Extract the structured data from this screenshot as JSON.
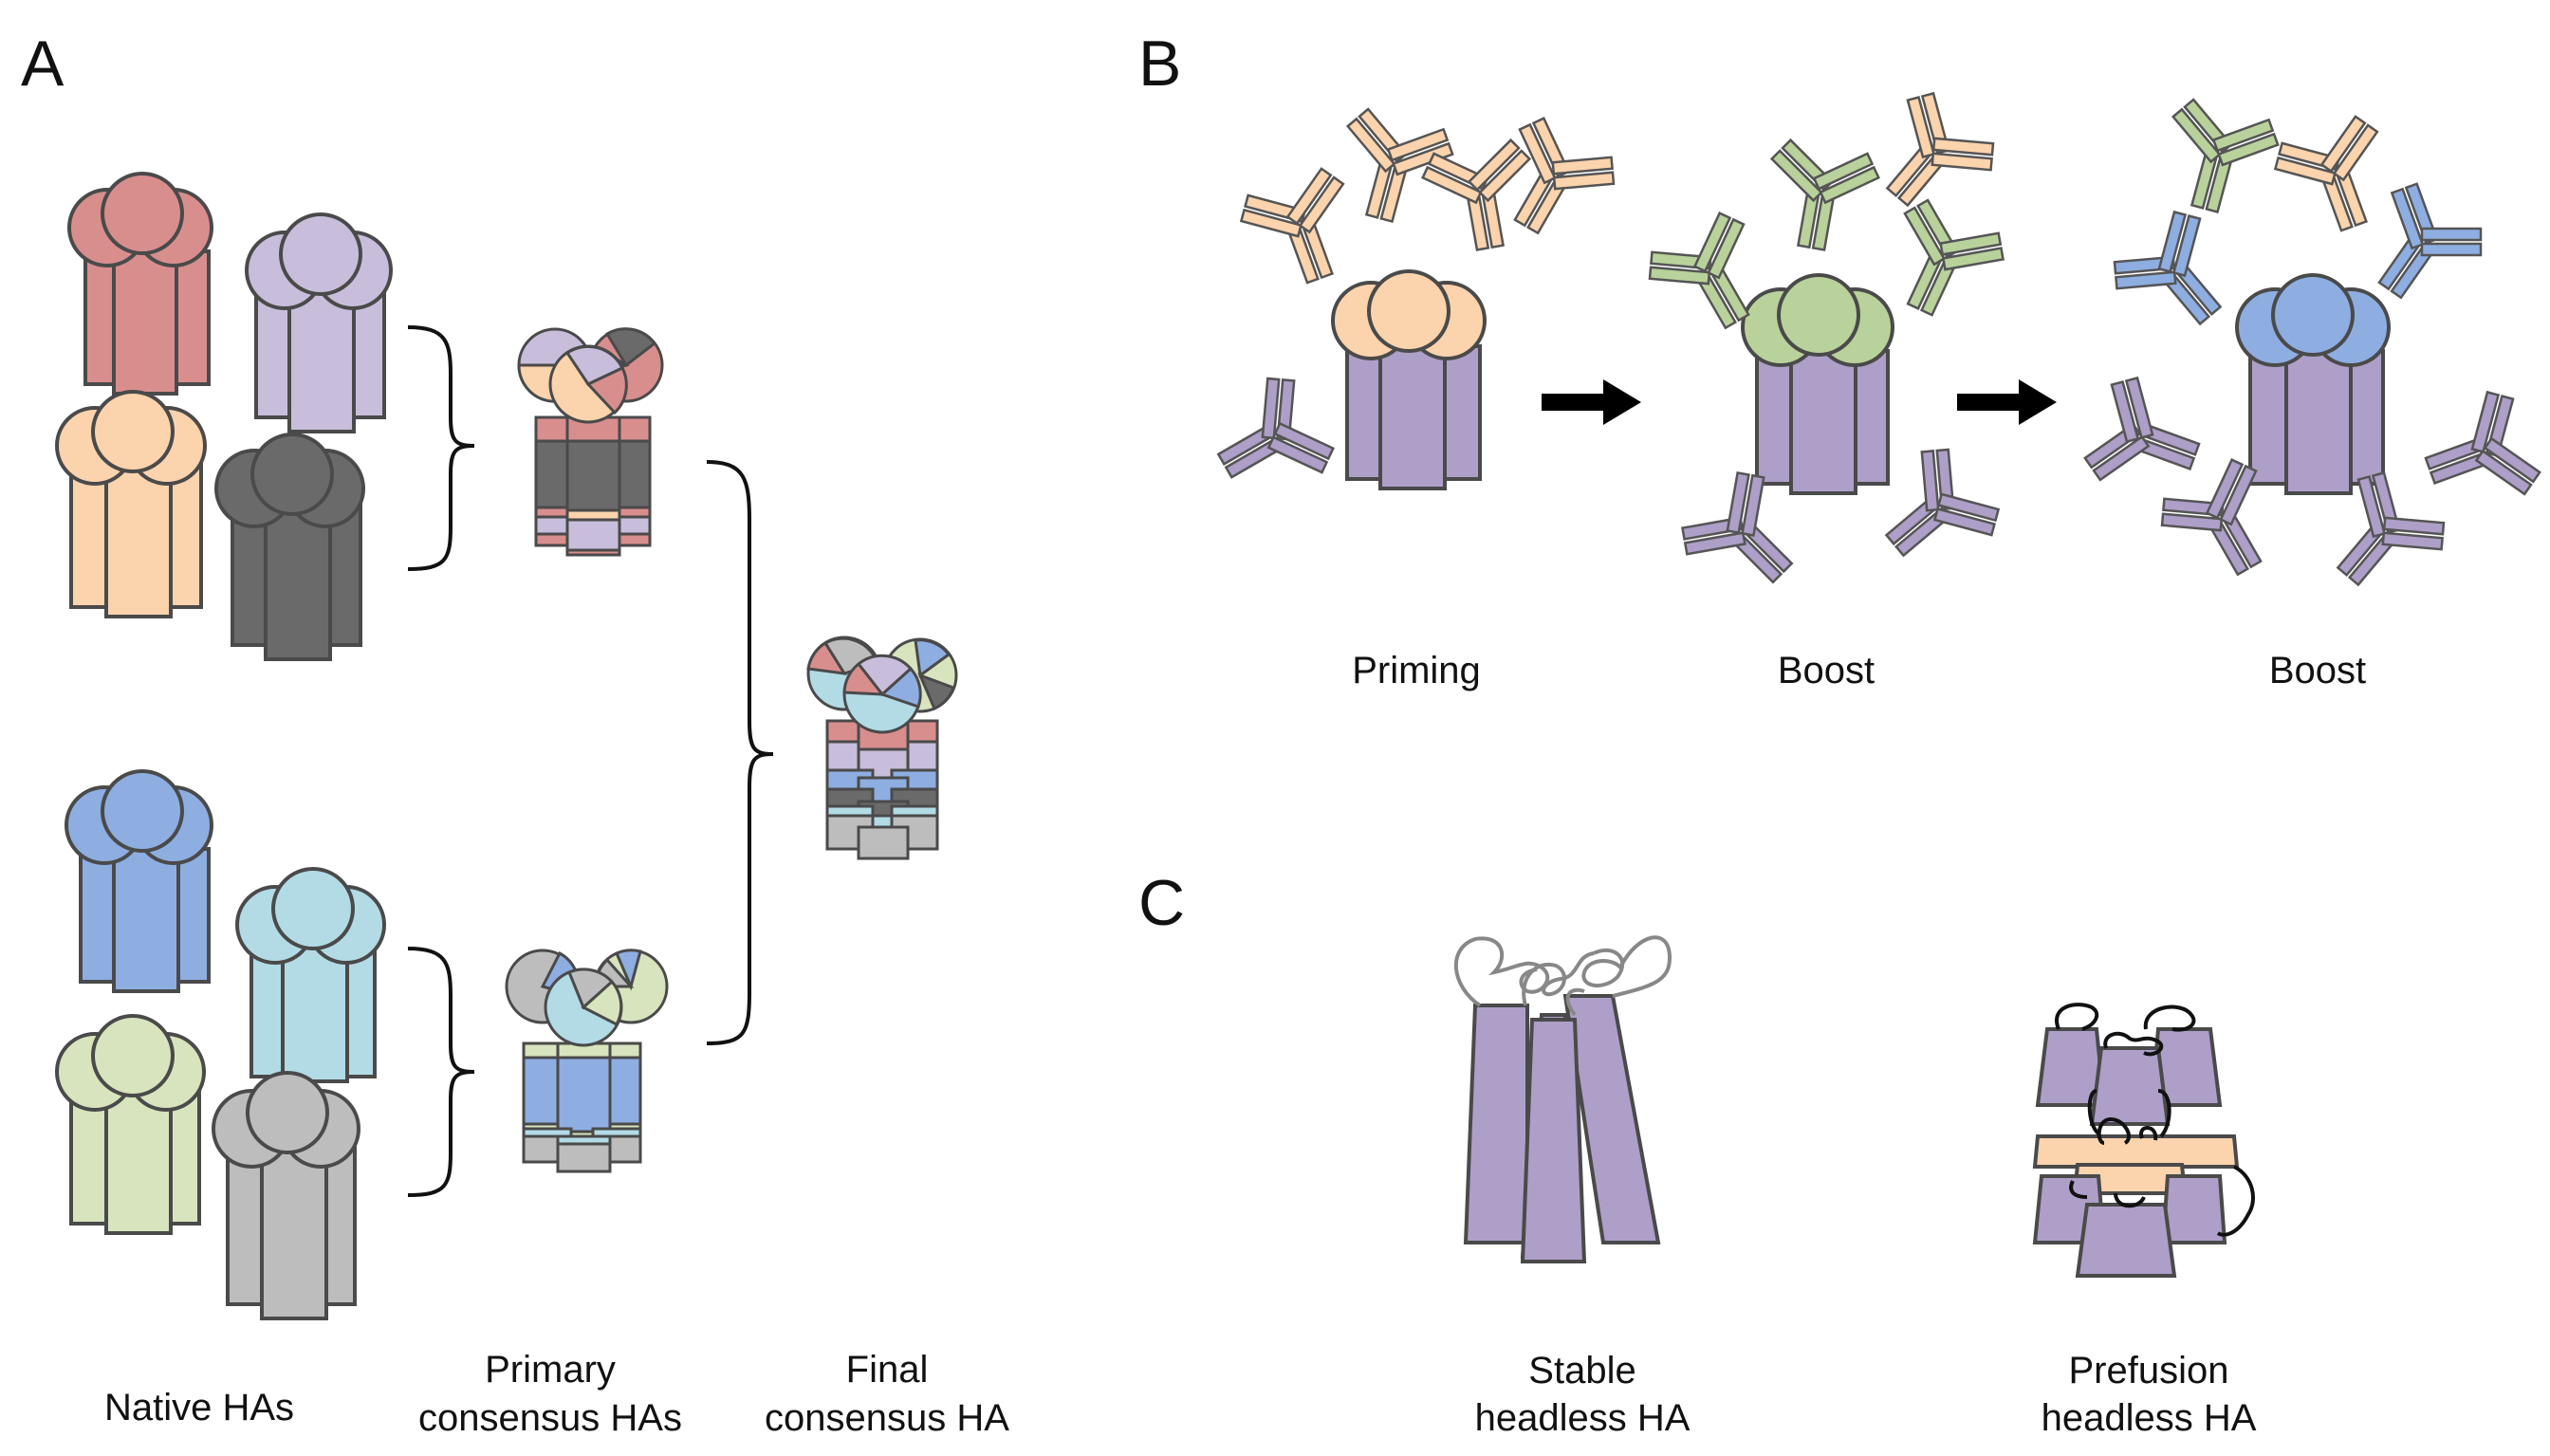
{
  "panels": {
    "a": {
      "letter": "A",
      "captions": {
        "native": "Native HAs",
        "primary_line1": "Primary",
        "primary_line2": "consensus HAs",
        "final_line1": "Final",
        "final_line2": "consensus HA"
      }
    },
    "b": {
      "letter": "B",
      "captions": {
        "priming": "Priming",
        "boost1": "Boost",
        "boost2": "Boost"
      }
    },
    "c": {
      "letter": "C",
      "captions": {
        "stable_line1": "Stable",
        "stable_line2": "headless HA",
        "prefusion_line1": "Prefusion",
        "prefusion_line2": "headless HA"
      }
    }
  },
  "colors": {
    "red": "#d98e8e",
    "lavender": "#c8bedb",
    "peach": "#fbd3ad",
    "dark_gray": "#6a6a6a",
    "blue": "#8eaee2",
    "light_blue": "#b2dbe6",
    "light_green": "#d7e4bd",
    "gray": "#bdbdbd",
    "purple": "#ae9fc8",
    "green": "#b9d29b",
    "outline": "#4a4a4a"
  },
  "icons": [
    "ha-trimer-icon",
    "antibody-icon",
    "bracket-icon",
    "arrow-right-icon",
    "loop-icon"
  ]
}
